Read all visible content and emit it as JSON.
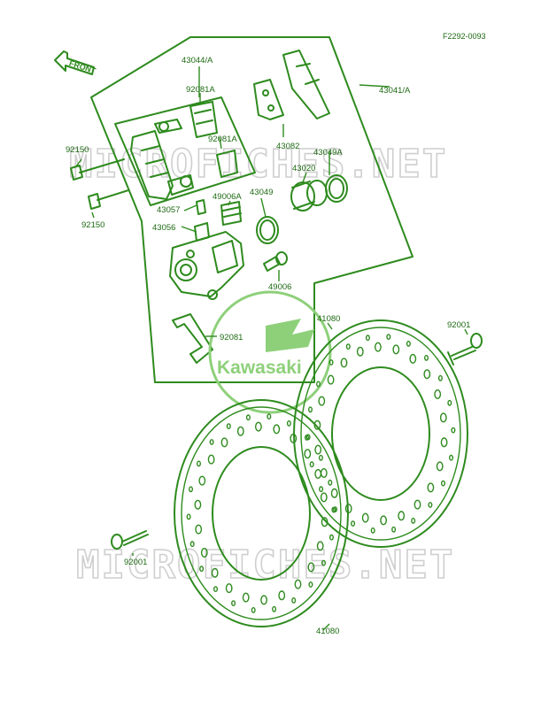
{
  "figure_code": "F2292-0093",
  "front_label": "FRONT",
  "watermark_text": "MICROFICHES.NET",
  "logo_text": "Kawasaki",
  "colors": {
    "ink": "#2e8b1e",
    "logo": "#8ed07a",
    "watermark": "#cfcfcf"
  },
  "parts": {
    "p43044A": "43044/A",
    "p92081A_1": "92081A",
    "p92081A_2": "92081A",
    "p43082": "43082",
    "p43041A": "43041/A",
    "p43049A": "43049A",
    "p43020": "43020",
    "p43049": "43049",
    "p49006A": "49006A",
    "p43057": "43057",
    "p43056": "43056",
    "p49006": "49006",
    "p92150_top": "92150",
    "p92150_bot": "92150",
    "p92081": "92081",
    "p41080_top": "41080",
    "p41080_bot": "41080",
    "p92001_right": "92001",
    "p92001_left": "92001"
  }
}
